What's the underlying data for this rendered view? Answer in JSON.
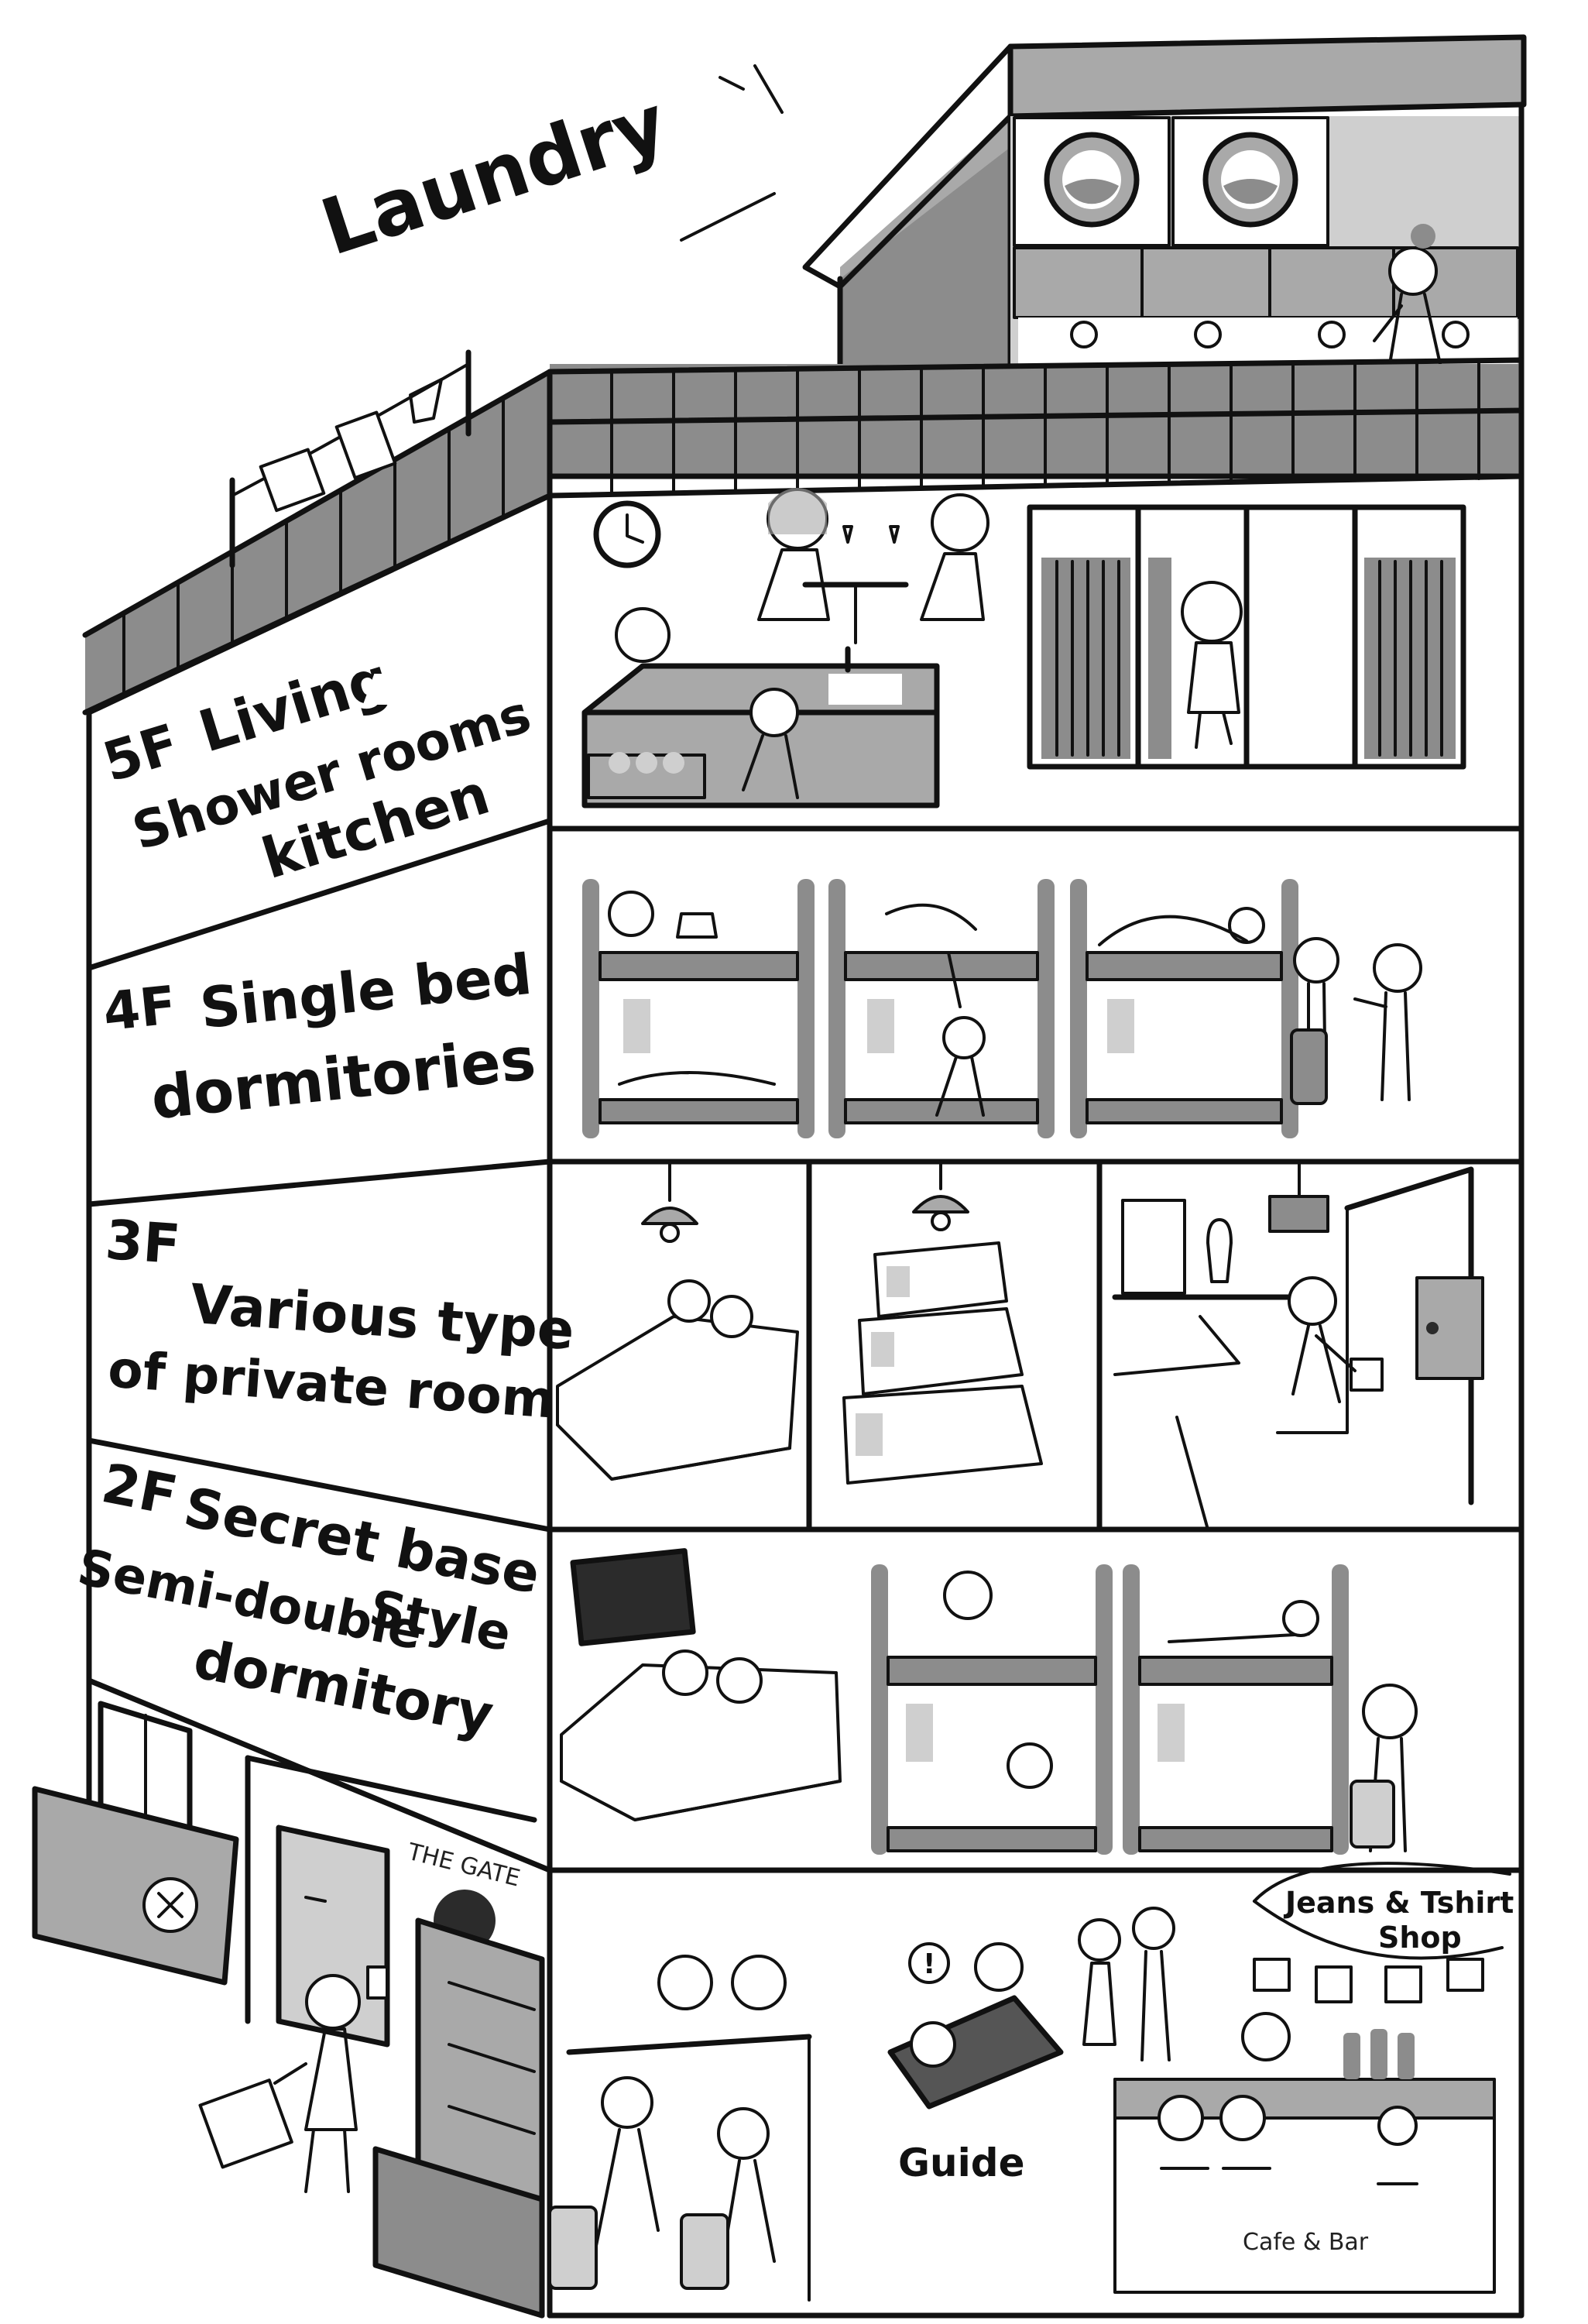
{
  "labels": {
    "laundry": "Laundry",
    "floor5": {
      "num": "5F",
      "line1": "Living",
      "line2": "Shower rooms",
      "line3": "kitchen"
    },
    "floor4": {
      "num": "4F",
      "line1": "Single bed",
      "line2": "dormitories"
    },
    "floor3": {
      "num": "3F",
      "line1": "Various type",
      "line2": "of private room"
    },
    "floor2": {
      "num": "2F",
      "line1": "Secret base",
      "line2": "Style",
      "line3": "Semi-double",
      "line4": "dormitory"
    },
    "gate_sign": "THE GATE",
    "shop_line1": "Jeans & Tshirt",
    "shop_line2": "Shop",
    "guide": "Guide",
    "cafe": "Cafe & Bar"
  },
  "colors": {
    "ink": "#111111",
    "gray": "#a9a9a9",
    "dark_gray": "#8c8c8c",
    "light_gray": "#cfcfcf",
    "paper": "#ffffff"
  },
  "icons": [
    "clock-icon",
    "washing-machine-icon",
    "lamp-icon",
    "bunk-bed-icon",
    "suitcase-icon",
    "wine-bottle-icon",
    "door-icon"
  ]
}
